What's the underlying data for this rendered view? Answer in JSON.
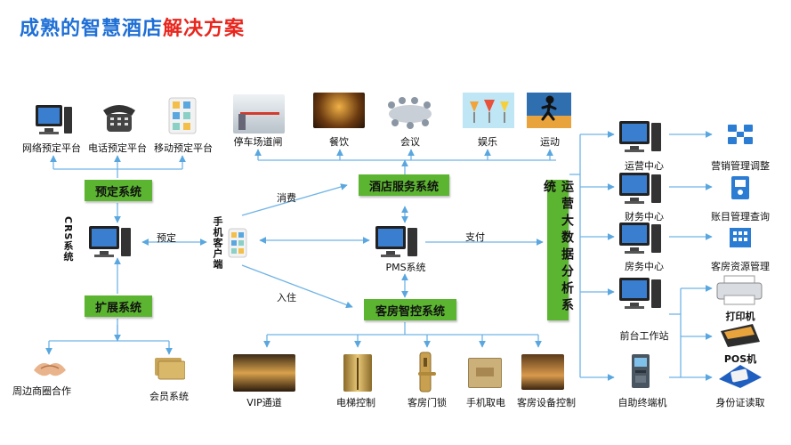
{
  "title": {
    "main": "成熟的智慧酒店",
    "highlight": "解决方案"
  },
  "left_top": {
    "channels": [
      "网络预定平台",
      "电话预定平台",
      "移动预定平台"
    ],
    "reservation_system": "预定系统"
  },
  "crs": {
    "label": "CRS系统",
    "booking_edge": "预定"
  },
  "mobile_client": "手机客户端",
  "extension": {
    "system": "扩展系统",
    "items": [
      "周边商圈合作",
      "会员系统"
    ]
  },
  "hotel_services": {
    "system": "酒店服务系统",
    "items": [
      "停车场道闸",
      "餐饮",
      "会议",
      "娱乐",
      "运动"
    ],
    "consume_edge": "消费"
  },
  "pms": {
    "label": "PMS系统",
    "pay_edge": "支付",
    "checkin_edge": "入住"
  },
  "room_control": {
    "system": "客房智控系统",
    "items": [
      "VIP通道",
      "电梯控制",
      "客房门锁",
      "手机取电",
      "客房设备控制"
    ]
  },
  "analytics": "运营大数据分析系统",
  "centers": [
    "运营中心",
    "财务中心",
    "房务中心",
    "前台工作站",
    "自助终端机"
  ],
  "right_items": [
    "营销管理调整",
    "账目管理查询",
    "客房资源管理",
    "打印机",
    "POS机",
    "身份证读取"
  ],
  "colors": {
    "title_blue": "#1e6fd6",
    "title_red": "#e8261e",
    "green": "#5cb531",
    "line_blue": "#6fb3e6"
  }
}
